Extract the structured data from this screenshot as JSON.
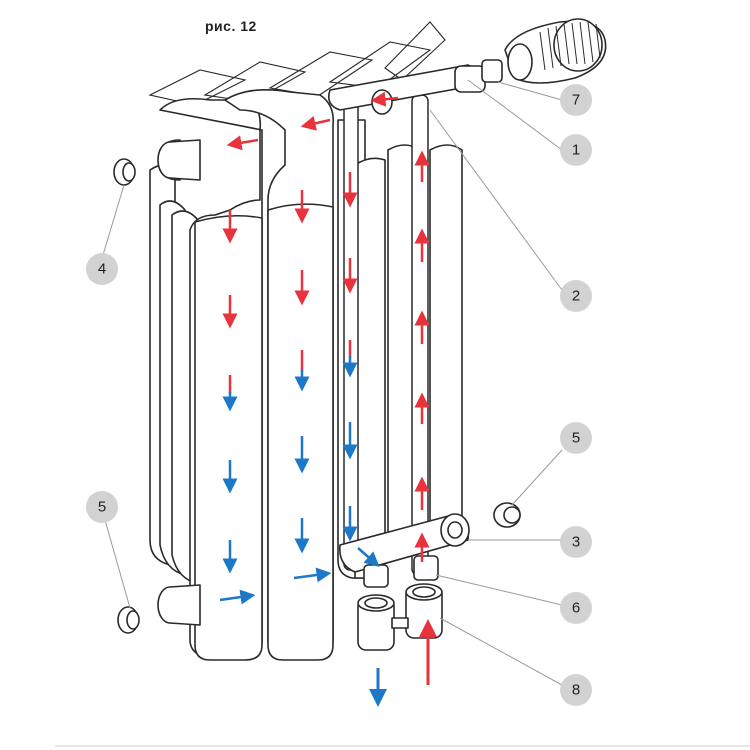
{
  "figure": {
    "title": "рис. 12"
  },
  "callouts": [
    {
      "label": "7"
    },
    {
      "label": "1"
    },
    {
      "label": "4"
    },
    {
      "label": "2"
    },
    {
      "label": "5"
    },
    {
      "label": "5"
    },
    {
      "label": "3"
    },
    {
      "label": "6"
    },
    {
      "label": "8"
    }
  ],
  "colors": {
    "hot_flow": "#e8323c",
    "cold_flow": "#1e78c8",
    "callout_fill": "#d2d2d2",
    "outline": "#2a2a2a"
  },
  "icons": {
    "hot_arrow": "red-flow-arrow",
    "cold_arrow": "blue-flow-arrow"
  }
}
